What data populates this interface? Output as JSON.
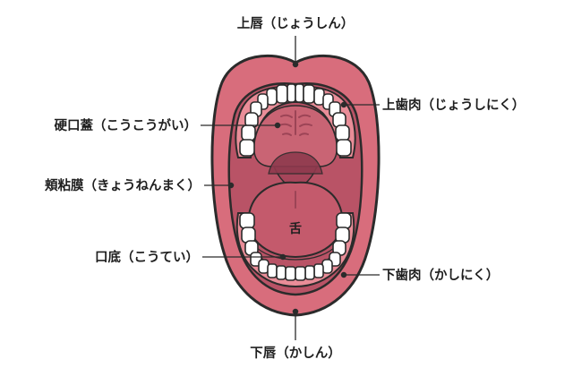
{
  "diagram": {
    "labels": {
      "upper_lip": "上唇（じょうしん）",
      "upper_gum": "上歯肉（じょうしにく）",
      "hard_palate": "硬口蓋（こうこうがい）",
      "buccal_mucosa": "頬粘膜（きょうねんまく）",
      "tongue": "舌",
      "floor_of_mouth": "口底（こうてい）",
      "lower_gum": "下歯肉（かしにく）",
      "lower_lip": "下唇（かしん）"
    },
    "colors": {
      "lip": "#d86d7c",
      "mouth_interior": "#b95366",
      "gum": "#e98d98",
      "palate": "#c96474",
      "tongue": "#c45a6c",
      "teeth": "#ffffff",
      "outline": "#2b2b2b",
      "leader_line": "#2b2b2b",
      "text": "#1f1f1f"
    }
  }
}
